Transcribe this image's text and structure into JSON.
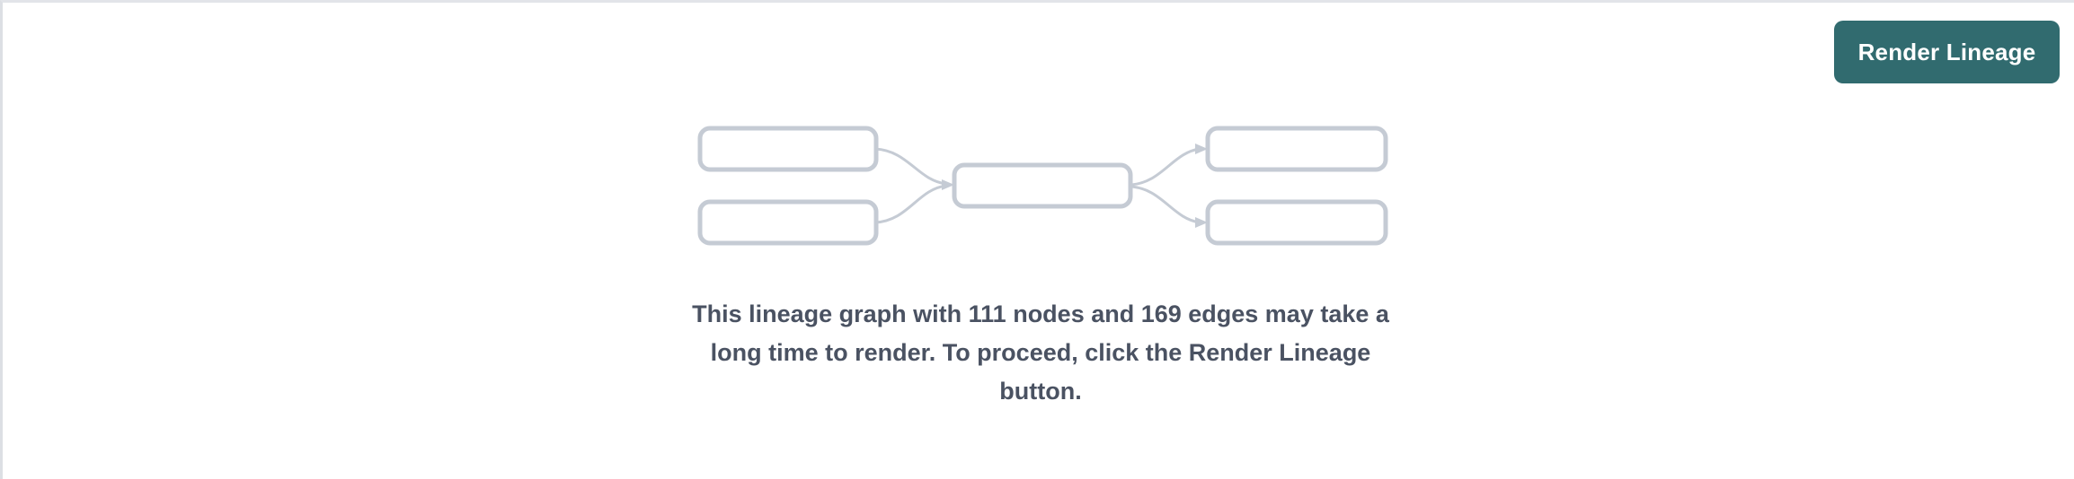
{
  "panel": {
    "background_color": "#ffffff",
    "border_color": "#e2e4e9"
  },
  "toolbar": {
    "render_lineage_label": "Render Lineage",
    "button_color": "#316b6f",
    "button_text_color": "#ffffff"
  },
  "graph_placeholder": {
    "node_fill": "#ffffff",
    "node_stroke": "#c5cbd4",
    "edge_stroke": "#c5cbd4",
    "nodes": [
      {
        "id": "left-top",
        "label": ""
      },
      {
        "id": "left-bottom",
        "label": ""
      },
      {
        "id": "center",
        "label": ""
      },
      {
        "id": "right-top",
        "label": ""
      },
      {
        "id": "right-bottom",
        "label": ""
      }
    ]
  },
  "message": {
    "text": "This lineage graph with 111 nodes and 169 edges may take a long time to render. To proceed, click the Render Lineage button.",
    "node_count": "111",
    "edge_count": "169",
    "text_color": "#4a5262"
  }
}
